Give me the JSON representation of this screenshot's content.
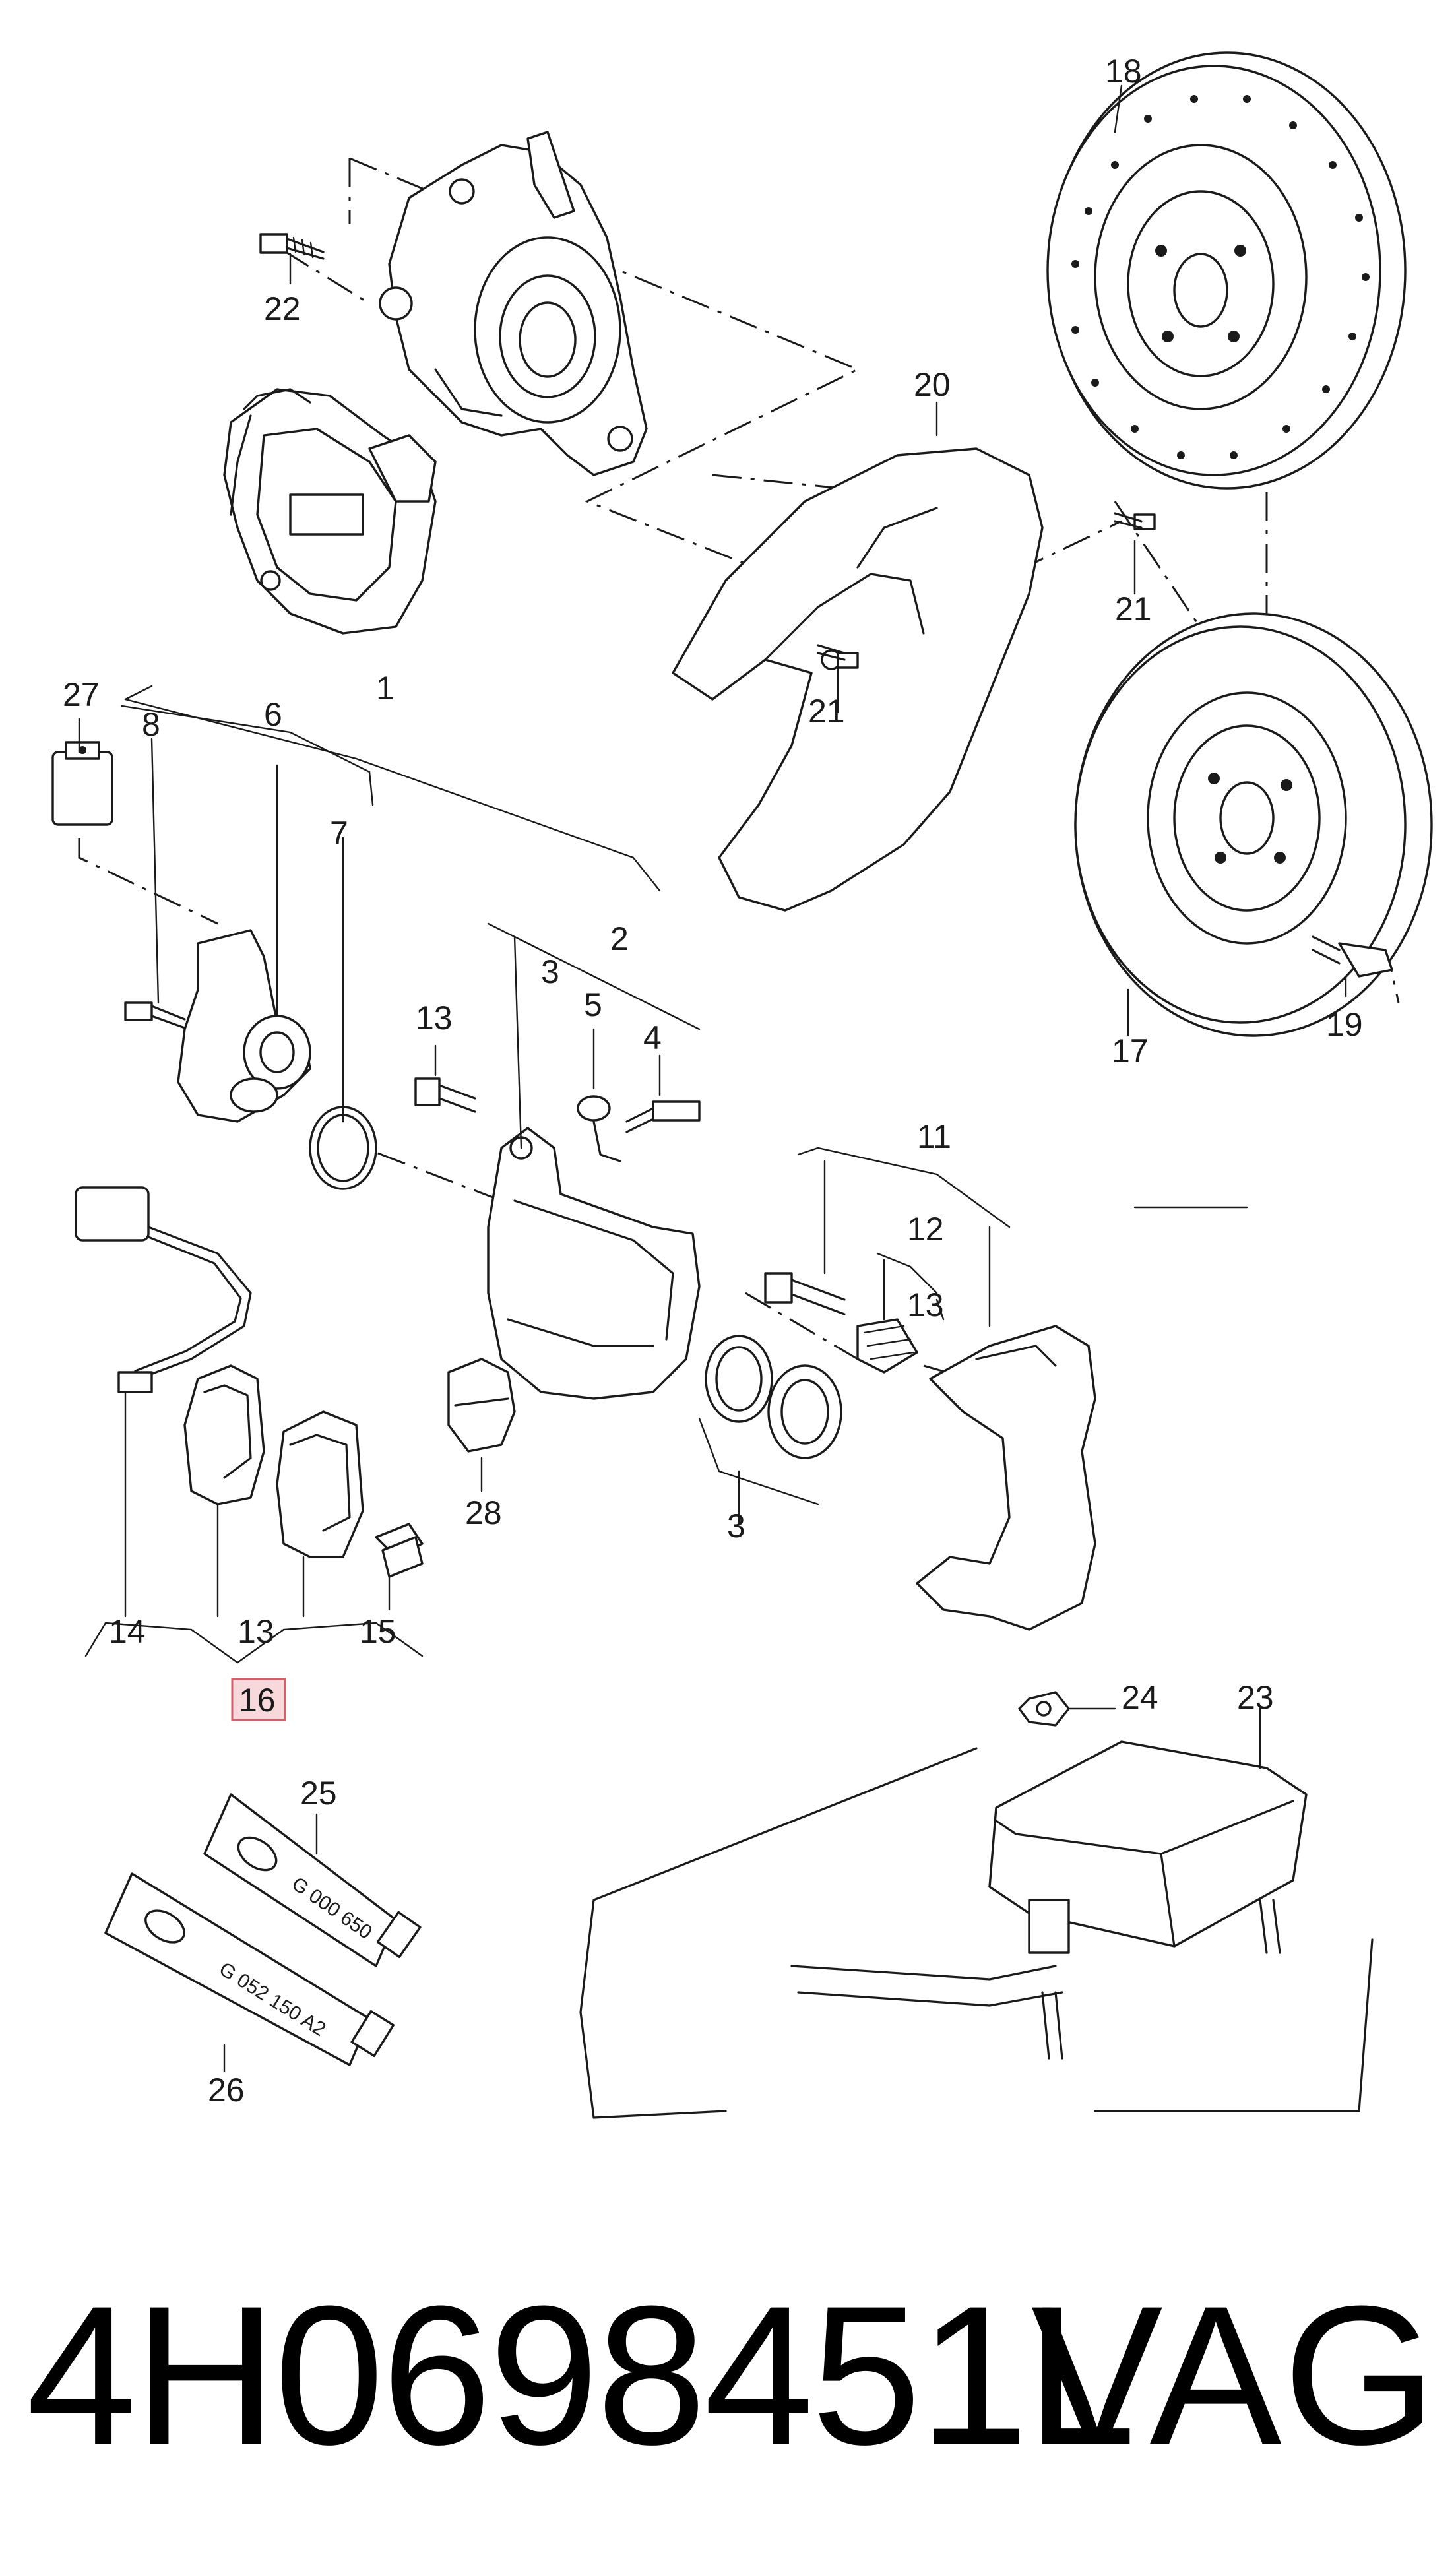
{
  "callouts": [
    {
      "label": "1"
    },
    {
      "label": "2"
    },
    {
      "label": "3"
    },
    {
      "label": "3"
    },
    {
      "label": "4"
    },
    {
      "label": "5"
    },
    {
      "label": "6"
    },
    {
      "label": "7"
    },
    {
      "label": "8"
    },
    {
      "label": "11"
    },
    {
      "label": "12"
    },
    {
      "label": "13"
    },
    {
      "label": "13"
    },
    {
      "label": "13"
    },
    {
      "label": "14"
    },
    {
      "label": "15"
    },
    {
      "label": "16",
      "highlighted": true
    },
    {
      "label": "17"
    },
    {
      "label": "18"
    },
    {
      "label": "19"
    },
    {
      "label": "20"
    },
    {
      "label": "21"
    },
    {
      "label": "21"
    },
    {
      "label": "22"
    },
    {
      "label": "23"
    },
    {
      "label": "24"
    },
    {
      "label": "25"
    },
    {
      "label": "26"
    },
    {
      "label": "27"
    },
    {
      "label": "28"
    }
  ],
  "tubes": {
    "tube_25_text": "G 000 650",
    "tube_26_text": "G 052 150 A2"
  },
  "footer": {
    "part_number": "4H0698451L",
    "brand": "VAG"
  },
  "colors": {
    "line": "#1a1a1a",
    "highlight_fill": "#f7d9dc",
    "highlight_stroke": "#d2606b"
  }
}
